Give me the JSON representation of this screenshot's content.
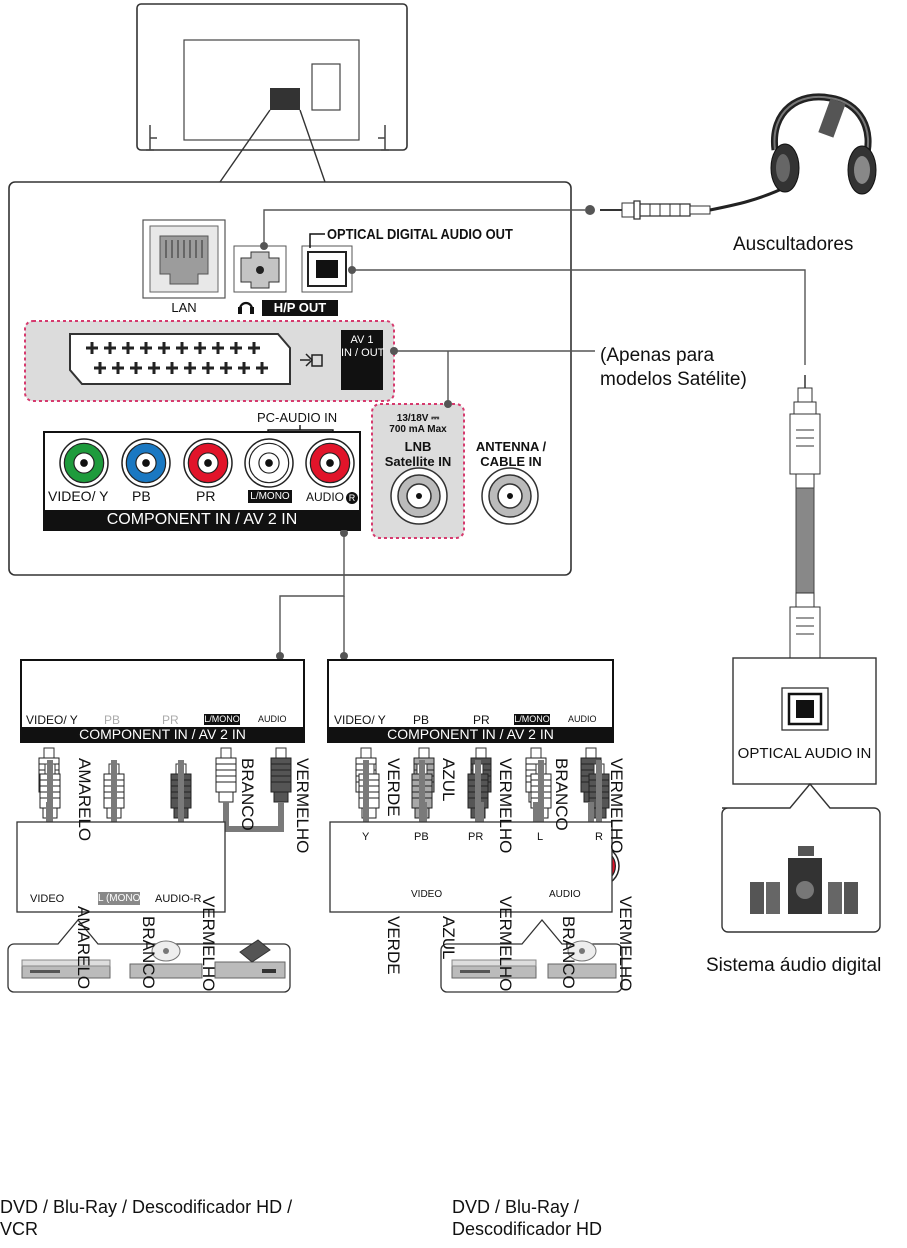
{
  "tv_panel": {
    "lan_label": "LAN",
    "hp_out_label": "H/P OUT",
    "optical_out_label": "OPTICAL DIGITAL AUDIO OUT",
    "av1_label_line1": "AV 1",
    "av1_label_line2": "IN / OUT",
    "pc_audio_label": "PC-AUDIO IN",
    "lnb_power_line1": "13/18V ⎓",
    "lnb_power_line2": "700 mA Max",
    "lnb_label_line1": "LNB",
    "lnb_label_line2": "Satellite IN",
    "antenna_label_line1": "ANTENNA /",
    "antenna_label_line2": "CABLE IN",
    "jack_labels": {
      "video_y": "VIDEO/ Y",
      "pb": "PB",
      "pr": "PR",
      "lmono": "L/MONO",
      "audio_r": "AUDIO"
    },
    "component_bar": "COMPONENT IN / AV 2 IN"
  },
  "headphones_caption": "Auscultadores",
  "satellite_note_line1": "(Apenas para",
  "satellite_note_line2": "modelos Satélite)",
  "optical_in_label": "OPTICAL AUDIO IN",
  "digital_audio_caption": "Sistema áudio digital",
  "left_group": {
    "panel_bar": "COMPONENT IN / AV 2 IN",
    "upper_cables": [
      "AMARELO",
      "BRANCO",
      "VERMELHO"
    ],
    "lower_cables": [
      "AMARELO",
      "BRANCO",
      "VERMELHO"
    ],
    "device_labels": {
      "video": "VIDEO",
      "lmono": "L (MONO)",
      "audio_r": "AUDIO-R"
    },
    "caption_line1": "DVD / Blu-Ray / Descodificador HD /",
    "caption_line2": "VCR"
  },
  "right_group": {
    "panel_bar": "COMPONENT IN / AV 2 IN",
    "upper_cables": [
      "VERDE",
      "AZUL",
      "VERMELHO",
      "BRANCO",
      "VERMELHO"
    ],
    "lower_cables": [
      "VERDE",
      "AZUL",
      "VERMELHO",
      "BRANCO",
      "VERMELHO"
    ],
    "device_labels": {
      "y": "Y",
      "pb": "PB",
      "pr": "PR",
      "l": "L",
      "r": "R",
      "video": "VIDEO",
      "audio": "AUDIO"
    },
    "caption_line1": "DVD / Blu-Ray /",
    "caption_line2": "Descodificador HD"
  },
  "colors": {
    "green": "#1e9b3c",
    "yellow": "#ffe100",
    "blue": "#1a78c2",
    "red": "#e1142a",
    "white": "#ffffff",
    "pale_blue": "#a9c7e6",
    "pale_red": "#f0a898",
    "cable_gray": "#7a7a7a",
    "highlight_pink": "#d63a6e",
    "panel_gray": "#dedede"
  }
}
